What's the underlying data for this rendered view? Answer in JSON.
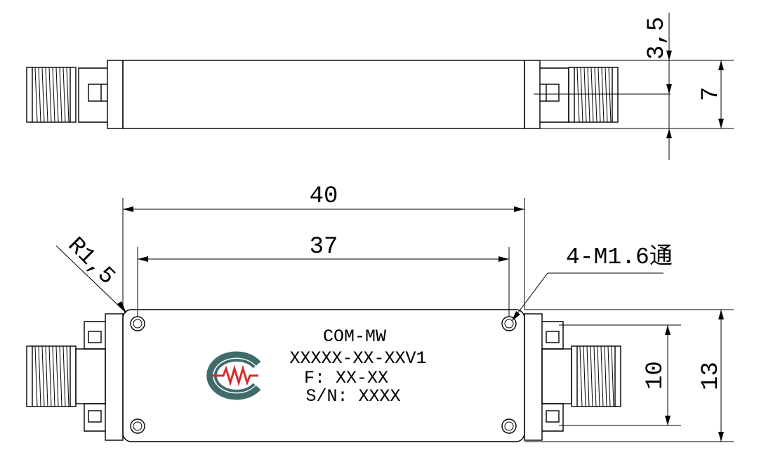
{
  "dimensions": {
    "height_top": "3,5",
    "thickness": "7",
    "length_total": "40",
    "hole_spacing_x": "37",
    "corner_radius": "R1,5",
    "thread_holes": "4-M1.6通",
    "hole_spacing_y": "10",
    "width_total": "13"
  },
  "label": {
    "line1": "COM-MW",
    "line2": "XXXXX-XX-XXV1",
    "line3": "F: XX-XX",
    "line4": "S/N: XXXX"
  },
  "colors": {
    "line": "#000000",
    "logo_teal": "#3f6b6b",
    "logo_red": "#d62d2d"
  }
}
